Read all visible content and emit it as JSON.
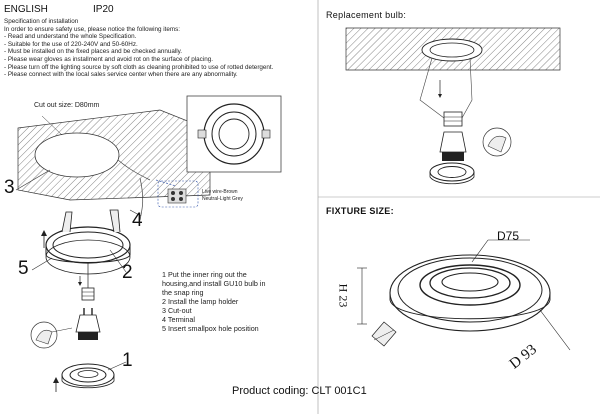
{
  "header": {
    "language": "ENGLISH",
    "rating": "IP20"
  },
  "spec": {
    "title": "Specification of installation",
    "lines": [
      "In order to ensure safety use, please notice the following items:",
      "- Read and understand the whole Specification.",
      "- Suitable for the use of 220-240V and 50-60Hz.",
      "- Must be installed on the fixed places and be checked annually.",
      "- Please wear gloves as installment and avoid rot on the surface of placing.",
      "- Please turn off the lighting source by soft cloth as cleaning prohibited to use of rotted detergent.",
      "- Please connect with the local sales service center when there are any abnormality."
    ]
  },
  "install": {
    "cutout": "Cut out size: D80mm",
    "wire_live": "Live wire-Brown",
    "wire_neutral": "Neutral-Light Grey",
    "labels": [
      "1",
      "2",
      "3",
      "4",
      "5"
    ],
    "steps": [
      "1 Put the inner ring out the",
      "   housing,and install GU10 bulb in",
      "   the snap ring",
      "2 Install the lamp holder",
      "3 Cut-out",
      "4 Terminal",
      "5 Insert smallpox hole position"
    ]
  },
  "replacement": {
    "title": "Replacement bulb:"
  },
  "fixture": {
    "title": "FIXTURE SIZE:",
    "d75": "D75",
    "h23": "H 23",
    "d93": "D 93"
  },
  "footer": {
    "product_coding": "Product coding: CLT 001C1"
  }
}
